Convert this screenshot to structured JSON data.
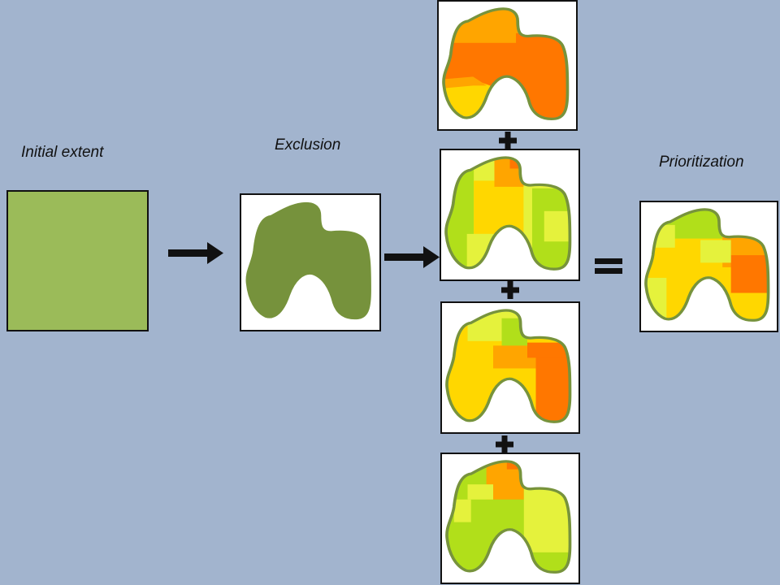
{
  "labels": {
    "initial_extent": "Initial extent",
    "exclusion": "Exclusion",
    "prioritization": "Prioritization"
  },
  "colors": {
    "background": "#a2b4ce",
    "initial_extent_fill": "#9bbb59",
    "exclusion_fill": "#76923c",
    "outline": "#77933c",
    "high": "#ff7700",
    "mid_high": "#ffa500",
    "mid": "#ffd700",
    "low_mid": "#e5f23c",
    "low": "#b1df1a",
    "operator": "#111111"
  },
  "operators": {
    "plus": "+",
    "equals": "="
  }
}
